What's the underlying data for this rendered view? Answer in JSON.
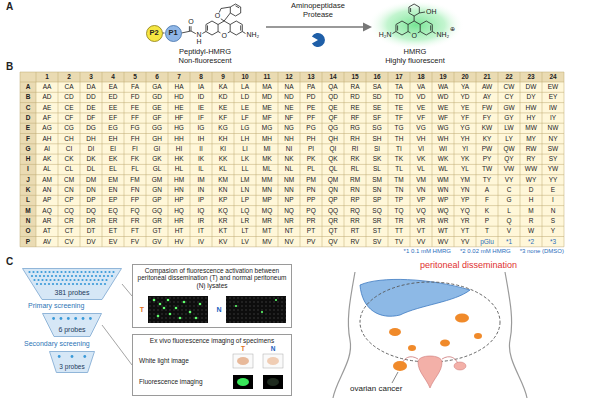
{
  "diagram": {
    "nodes": [
      {
        "text": [
          "P2"
        ]
      },
      {
        "text": [
          "P1"
        ]
      },
      {
        "text": [
          "381 probes"
        ]
      },
      {
        "text": [
          "6 probes"
        ]
      },
      {
        "text": [
          "3 probes"
        ]
      },
      {
        "text": [
          "Compasion of fluorescence activation between peritoneal dissemination (T) and normal peritoneum (N) lysates"
        ]
      },
      {
        "text": [
          "Ex vivo fluorescence imaging of specimens"
        ]
      }
    ],
    "edges": [
      {
        "from": 0,
        "to": 1,
        "arrow": "none"
      },
      {
        "from": 2,
        "to": 5,
        "arrow": "none"
      },
      {
        "from": 3,
        "to": 6,
        "arrow": "none"
      }
    ],
    "labels": [
      "A",
      "Aminopeptidase",
      "Protease",
      "Peptidyl-HMRG",
      "Non-fluorescent",
      "HMRG",
      "Highly fluorescent",
      "O",
      "N",
      "H",
      "O",
      "O",
      "NH₂",
      "OH",
      "H₂N",
      "O",
      "NH₂",
      "⊕",
      "B",
      "1",
      "2",
      "3",
      "4",
      "5",
      "6",
      "7",
      "8",
      "9",
      "10",
      "11",
      "12",
      "13",
      "14",
      "15",
      "16",
      "17",
      "18",
      "19",
      "20",
      "21",
      "22",
      "23",
      "24",
      "A",
      "AA",
      "CA",
      "DA",
      "EA",
      "FA",
      "GA",
      "HA",
      "IA",
      "KA",
      "LA",
      "MA",
      "NA",
      "PA",
      "QA",
      "RA",
      "SA",
      "TA",
      "VA",
      "WA",
      "YA",
      "AW",
      "CW",
      "DW",
      "EW",
      "B",
      "AD",
      "CD",
      "DD",
      "ED",
      "FD",
      "GD",
      "HD",
      "ID",
      "KD",
      "LD",
      "MD",
      "ND",
      "PD",
      "QD",
      "RD",
      "SD",
      "TD",
      "VD",
      "WD",
      "YD",
      "AY",
      "CY",
      "DY",
      "EY",
      "C",
      "AE",
      "CE",
      "DE",
      "EE",
      "FE",
      "GE",
      "HE",
      "IE",
      "KE",
      "LE",
      "ME",
      "NE",
      "PE",
      "QE",
      "RE",
      "SE",
      "TE",
      "VE",
      "WE",
      "YE",
      "FW",
      "GW",
      "HW",
      "IW",
      "D",
      "AF",
      "CF",
      "DF",
      "EF",
      "FF",
      "GF",
      "HF",
      "IF",
      "KF",
      "LF",
      "MF",
      "NF",
      "PF",
      "QF",
      "RF",
      "SF",
      "TF",
      "VF",
      "WF",
      "YF",
      "FY",
      "GY",
      "HY",
      "IY",
      "E",
      "AG",
      "CG",
      "DG",
      "EG",
      "FG",
      "GG",
      "HG",
      "IG",
      "KG",
      "LG",
      "MG",
      "NG",
      "PG",
      "QG",
      "RG",
      "SG",
      "TG",
      "VG",
      "WG",
      "YG",
      "KW",
      "LW",
      "MW",
      "NW",
      "F",
      "AH",
      "CH",
      "DH",
      "EH",
      "FH",
      "GH",
      "HH",
      "IH",
      "KH",
      "LH",
      "MH",
      "NH",
      "PH",
      "QH",
      "RH",
      "SH",
      "TH",
      "VH",
      "WH",
      "YH",
      "KY",
      "LY",
      "MY",
      "NY",
      "G",
      "AI",
      "CI",
      "DI",
      "EI",
      "FI",
      "GI",
      "HI",
      "II",
      "KI",
      "LI",
      "MI",
      "NI",
      "PI",
      "QI",
      "RI",
      "SI",
      "TI",
      "VI",
      "WI",
      "YI",
      "PW",
      "QW",
      "RW",
      "SW",
      "H",
      "AK",
      "CK",
      "DK",
      "EK",
      "FK",
      "GK",
      "HK",
      "IK",
      "KK",
      "LK",
      "MK",
      "NK",
      "PK",
      "QK",
      "RK",
      "SK",
      "TK",
      "VK",
      "WK",
      "YK",
      "PY",
      "QY",
      "RY",
      "SY",
      "I",
      "AL",
      "CL",
      "DL",
      "EL",
      "FL",
      "GL",
      "HL",
      "IL",
      "KL",
      "LL",
      "ML",
      "NL",
      "PL",
      "QL",
      "RL",
      "SL",
      "TL",
      "VL",
      "WL",
      "YL",
      "TW",
      "VW",
      "WW",
      "YW",
      "J",
      "AM",
      "CM",
      "DM",
      "EM",
      "FM",
      "GM",
      "HM",
      "IM",
      "KM",
      "LM",
      "MM",
      "NM",
      "PM",
      "QM",
      "RM",
      "SM",
      "TM",
      "VM",
      "WM",
      "YM",
      "TY",
      "VY",
      "WY",
      "YY",
      "K",
      "AN",
      "CN",
      "DN",
      "EN",
      "FN",
      "GN",
      "HN",
      "IN",
      "KN",
      "LN",
      "MN",
      "NN",
      "PN",
      "QN",
      "RN",
      "SN",
      "TN",
      "VN",
      "WN",
      "YN",
      "A",
      "C",
      "D",
      "E",
      "L",
      "AP",
      "CP",
      "DP",
      "EP",
      "FP",
      "GP",
      "HP",
      "IP",
      "KP",
      "LP",
      "MP",
      "NP",
      "PP",
      "QP",
      "RP",
      "SP",
      "TP",
      "VP",
      "WP",
      "YP",
      "F",
      "G",
      "H",
      "I",
      "M",
      "AQ",
      "CQ",
      "DQ",
      "EQ",
      "FQ",
      "GQ",
      "HQ",
      "IQ",
      "KQ",
      "LQ",
      "MQ",
      "NQ",
      "PQ",
      "QQ",
      "RQ",
      "SQ",
      "TQ",
      "VQ",
      "WQ",
      "YQ",
      "K",
      "L",
      "M",
      "N",
      "N",
      "AR",
      "CR",
      "DR",
      "ER",
      "FR",
      "GR",
      "HR",
      "IR",
      "KR",
      "LR",
      "MR",
      "NR",
      "PR",
      "QR",
      "RR",
      "SR",
      "TR",
      "VR",
      "WR",
      "YR",
      "P",
      "Q",
      "R",
      "S",
      "O",
      "AT",
      "CT",
      "DT",
      "ET",
      "FT",
      "GT",
      "HT",
      "IT",
      "KT",
      "LT",
      "MT",
      "NT",
      "PT",
      "QT",
      "RT",
      "ST",
      "TT",
      "VT",
      "WT",
      "YT",
      "T",
      "V",
      "W",
      "Y",
      "P",
      "AV",
      "CV",
      "DV",
      "EV",
      "FV",
      "GV",
      "HV",
      "IV",
      "KV",
      "LV",
      "MV",
      "NV",
      "PV",
      "QV",
      "RV",
      "SV",
      "TV",
      "VV",
      "WV",
      "YV",
      "pGlu",
      "*1",
      "*2",
      "*3",
      "*1 0.1 mM HMRG",
      "*2 0.02 mM HMRG",
      "*3 none (DMSO)",
      "C",
      "Primary screening",
      "Secondary screening",
      "T",
      "N",
      "T",
      "N",
      "White light image",
      "Fluorescence imaging",
      "peritoneal dissemination",
      "ovarian cancer"
    ]
  }
}
